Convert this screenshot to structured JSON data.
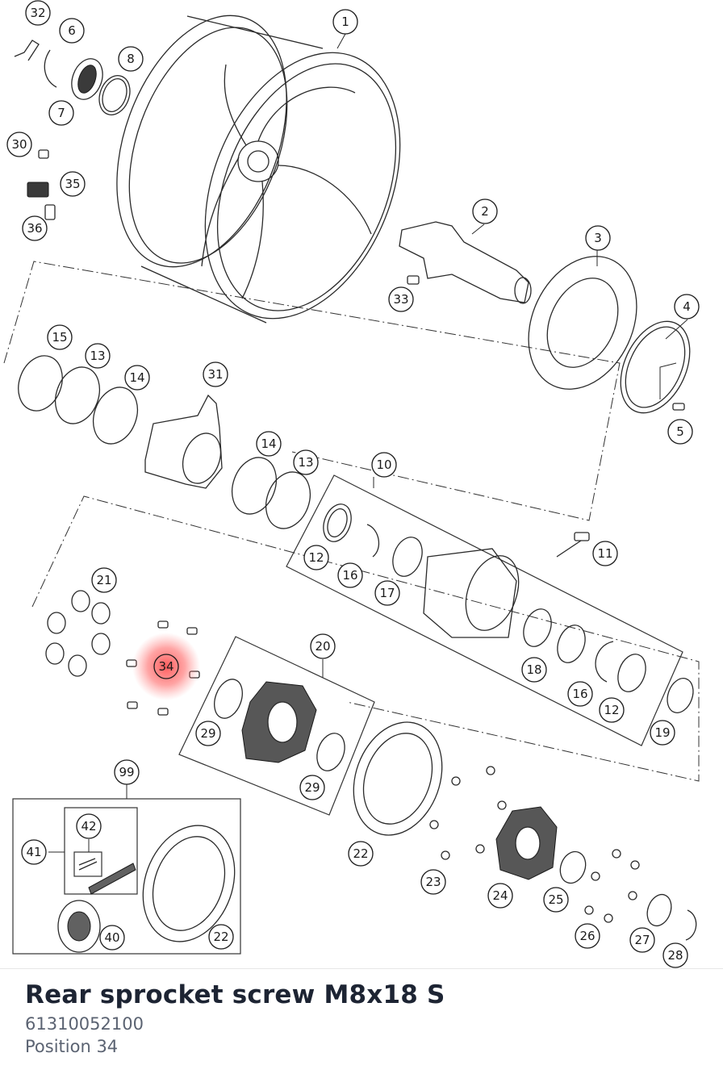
{
  "diagram": {
    "callouts": [
      {
        "id": "c1",
        "label": "1"
      },
      {
        "id": "c2",
        "label": "2"
      },
      {
        "id": "c3",
        "label": "3"
      },
      {
        "id": "c4",
        "label": "4"
      },
      {
        "id": "c5",
        "label": "5"
      },
      {
        "id": "c6",
        "label": "6"
      },
      {
        "id": "c7",
        "label": "7"
      },
      {
        "id": "c8",
        "label": "8"
      },
      {
        "id": "c10",
        "label": "10"
      },
      {
        "id": "c11",
        "label": "11"
      },
      {
        "id": "c12a",
        "label": "12"
      },
      {
        "id": "c12b",
        "label": "12"
      },
      {
        "id": "c13a",
        "label": "13"
      },
      {
        "id": "c13b",
        "label": "13"
      },
      {
        "id": "c14a",
        "label": "14"
      },
      {
        "id": "c14b",
        "label": "14"
      },
      {
        "id": "c15",
        "label": "15"
      },
      {
        "id": "c16a",
        "label": "16"
      },
      {
        "id": "c16b",
        "label": "16"
      },
      {
        "id": "c17",
        "label": "17"
      },
      {
        "id": "c18",
        "label": "18"
      },
      {
        "id": "c19",
        "label": "19"
      },
      {
        "id": "c20",
        "label": "20"
      },
      {
        "id": "c21",
        "label": "21"
      },
      {
        "id": "c22a",
        "label": "22"
      },
      {
        "id": "c22b",
        "label": "22"
      },
      {
        "id": "c23",
        "label": "23"
      },
      {
        "id": "c24",
        "label": "24"
      },
      {
        "id": "c25",
        "label": "25"
      },
      {
        "id": "c26",
        "label": "26"
      },
      {
        "id": "c27",
        "label": "27"
      },
      {
        "id": "c28",
        "label": "28"
      },
      {
        "id": "c29a",
        "label": "29"
      },
      {
        "id": "c29b",
        "label": "29"
      },
      {
        "id": "c30",
        "label": "30"
      },
      {
        "id": "c31",
        "label": "31"
      },
      {
        "id": "c32",
        "label": "32"
      },
      {
        "id": "c33",
        "label": "33"
      },
      {
        "id": "c34",
        "label": "34"
      },
      {
        "id": "c35",
        "label": "35"
      },
      {
        "id": "c36",
        "label": "36"
      },
      {
        "id": "c40",
        "label": "40"
      },
      {
        "id": "c41",
        "label": "41"
      },
      {
        "id": "c42",
        "label": "42"
      },
      {
        "id": "c99",
        "label": "99"
      }
    ],
    "highlight_color": "#ff5a5a"
  },
  "part": {
    "name": "Rear sprocket screw M8x18 S",
    "number": "61310052100",
    "position": "Position 34"
  }
}
